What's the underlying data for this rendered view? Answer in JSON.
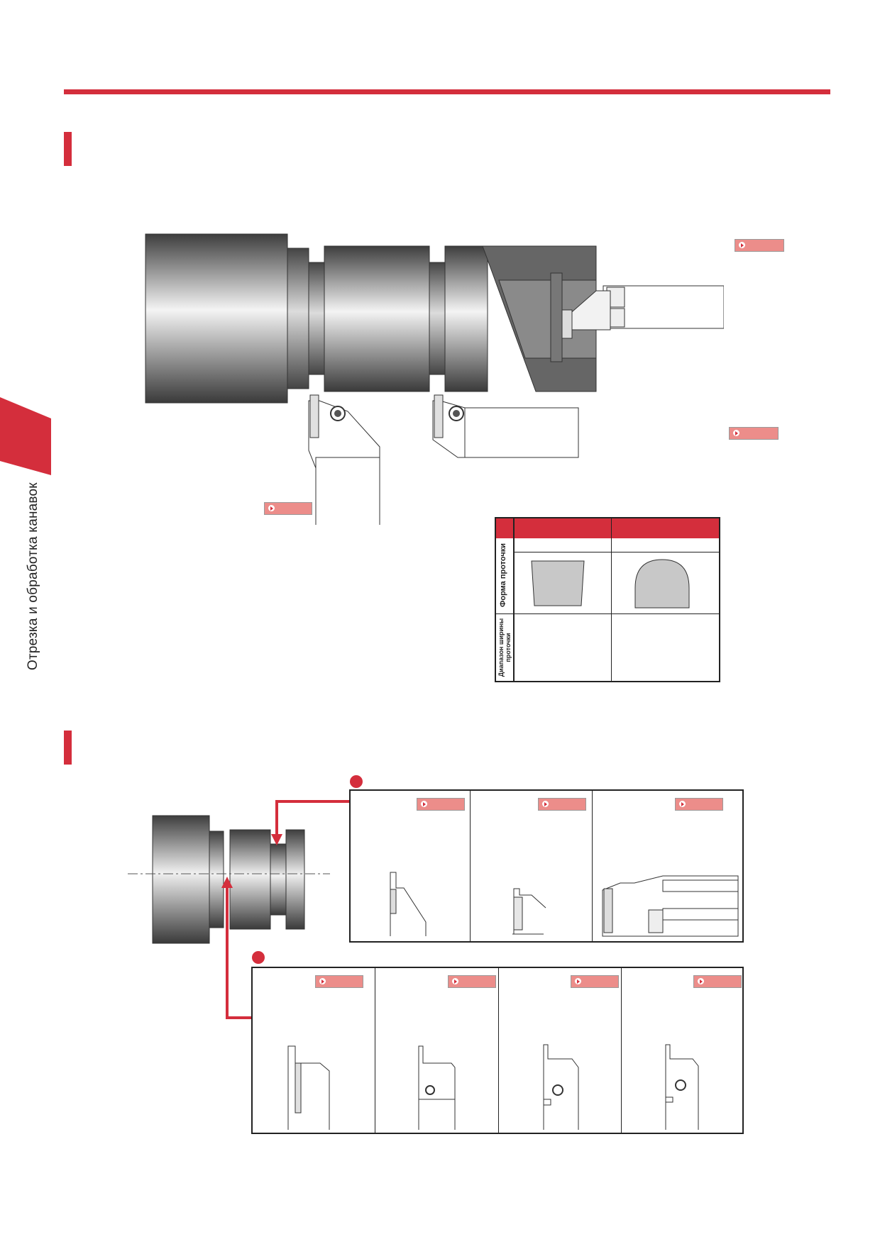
{
  "side_tab": {
    "label": "Отрезка и обработка канавок"
  },
  "colors": {
    "accent": "#d42e3c",
    "badge": "#ec8d8a",
    "metal": "#555555",
    "background": "#ffffff"
  },
  "groove_table": {
    "rows": [
      {
        "label": "Форма проточки"
      },
      {
        "label_lines": [
          "Диапазон ширины",
          "проточки"
        ]
      }
    ]
  },
  "icons": {
    "badge": "page-arrow-icon",
    "marker": "red-dot-icon"
  }
}
